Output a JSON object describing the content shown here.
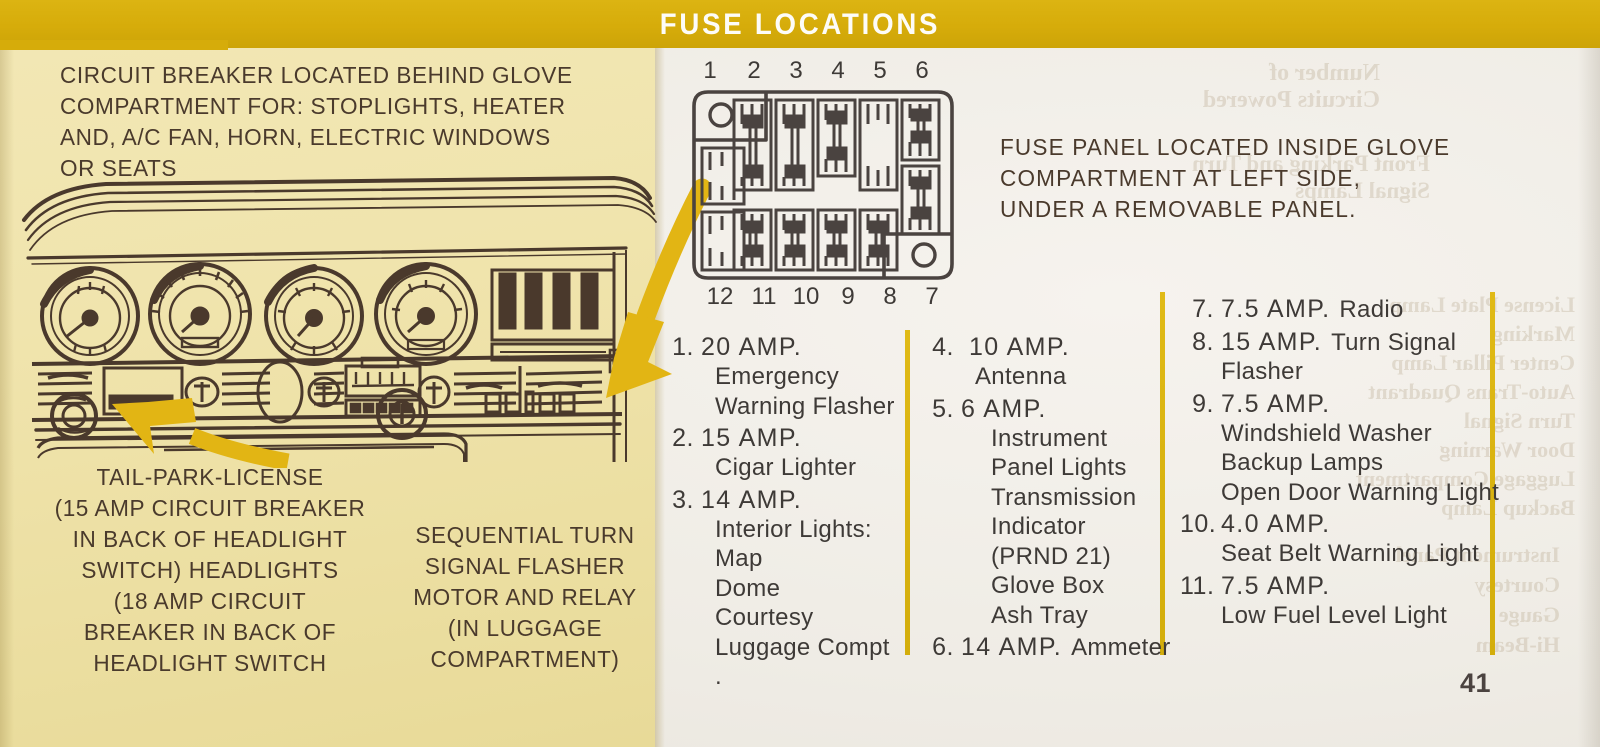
{
  "header": {
    "title": "FUSE LOCATIONS",
    "banner_color": "#d6ac0a"
  },
  "page_number": "41",
  "left_panel": {
    "background_color": "#f0e4ad",
    "breaker_note": "CIRCUIT BREAKER LOCATED BEHIND GLOVE\nCOMPARTMENT FOR: STOPLIGHTS, HEATER\nAND, A/C FAN, HORN, ELECTRIC WINDOWS\nOR SEATS",
    "caption_left": "TAIL-PARK-LICENSE\n(15 AMP CIRCUIT BREAKER\nIN BACK OF HEADLIGHT\nSWITCH) HEADLIGHTS\n(18 AMP CIRCUIT\nBREAKER IN BACK OF\nHEADLIGHT SWITCH",
    "caption_right": "SEQUENTIAL TURN\nSIGNAL FLASHER\nMOTOR AND RELAY\n(IN LUGGAGE\nCOMPARTMENT)",
    "illustration_name": "dashboard-line-drawing"
  },
  "right_panel": {
    "panel_note": "FUSE PANEL LOCATED INSIDE GLOVE\nCOMPARTMENT AT LEFT SIDE,\nUNDER A REMOVABLE PANEL.",
    "fuse_box": {
      "top_numbers": [
        "1",
        "2",
        "3",
        "4",
        "5",
        "6"
      ],
      "bottom_numbers": [
        "12",
        "11",
        "10",
        "9",
        "8",
        "7"
      ]
    }
  },
  "fuse_list": {
    "column_1": [
      {
        "num": "1.",
        "amp": "20 AMP.",
        "desc": "Emergency\nWarning Flasher",
        "indent": 1
      },
      {
        "num": "2.",
        "amp": "15 AMP.",
        "desc": "Cigar Lighter",
        "indent": 1
      },
      {
        "num": "3.",
        "amp": "14 AMP.",
        "desc": "Interior Lights:\nMap\nDome\nCourtesy\nLuggage Compt .",
        "indent": 1
      }
    ],
    "column_2": [
      {
        "num": "4.",
        "amp": "10 AMP.",
        "desc": "Antenna",
        "indent": 1
      },
      {
        "num": "5.",
        "amp": "6 AMP.",
        "desc": "Instrument\n   Panel Lights\nTransmission\n   Indicator\n   (PRND 21)\nGlove Box\nAsh Tray",
        "indent": 2
      },
      {
        "num": "6.",
        "amp": "14 AMP.",
        "desc": "Ammeter",
        "inline": true
      }
    ],
    "column_3": [
      {
        "num": "7.",
        "amp": "7.5 AMP.",
        "desc": "Radio",
        "inline": true
      },
      {
        "num": "8.",
        "amp": "15 AMP.",
        "desc": "Turn Signal",
        "inline": true,
        "cont": "Flasher"
      },
      {
        "num": "9.",
        "amp": "7.5 AMP.",
        "desc": "Windshield Washer\nBackup Lamps\nOpen Door Warning Light",
        "indent": 1
      },
      {
        "num": "10.",
        "amp": "4.0 AMP.",
        "desc": "Seat Belt Warning Light",
        "indent": 1
      },
      {
        "num": "11.",
        "amp": "7.5 AMP.",
        "desc": "Low Fuel Level Light",
        "indent": 1
      }
    ]
  },
  "dividers": {
    "color": "#d8b20e",
    "count": 3
  },
  "ghost_text": {
    "block_a": "Number of\nCircuits Powered",
    "block_b": "Front Parking and Turn\nSignal Lamps",
    "block_c": "License Plate Lamp\nMarking\nCenter Pillar Lamp\nAuto-Trans Quadrant\nTurn Signal\nDoor Warning\nLuggage Compartment\nBackup Lamp",
    "block_d": "Instrument Panel\nCourtesy\nGauge\nHi-Beam"
  }
}
